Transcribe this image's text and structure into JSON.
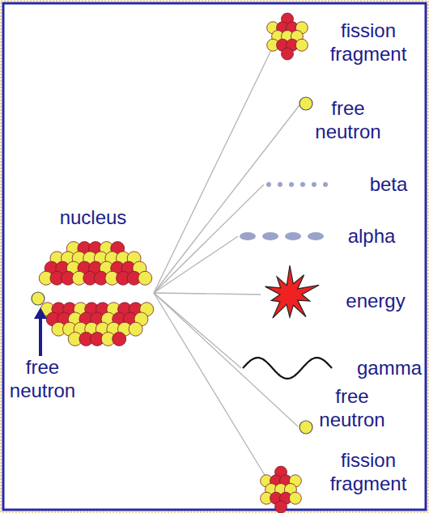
{
  "diagram": {
    "labels": [
      "nucleus",
      "free neutron",
      "fission fragment",
      "free neutron",
      "beta",
      "alpha",
      "energy",
      "gamma",
      "free neutron",
      "fission fragment"
    ]
  }
}
